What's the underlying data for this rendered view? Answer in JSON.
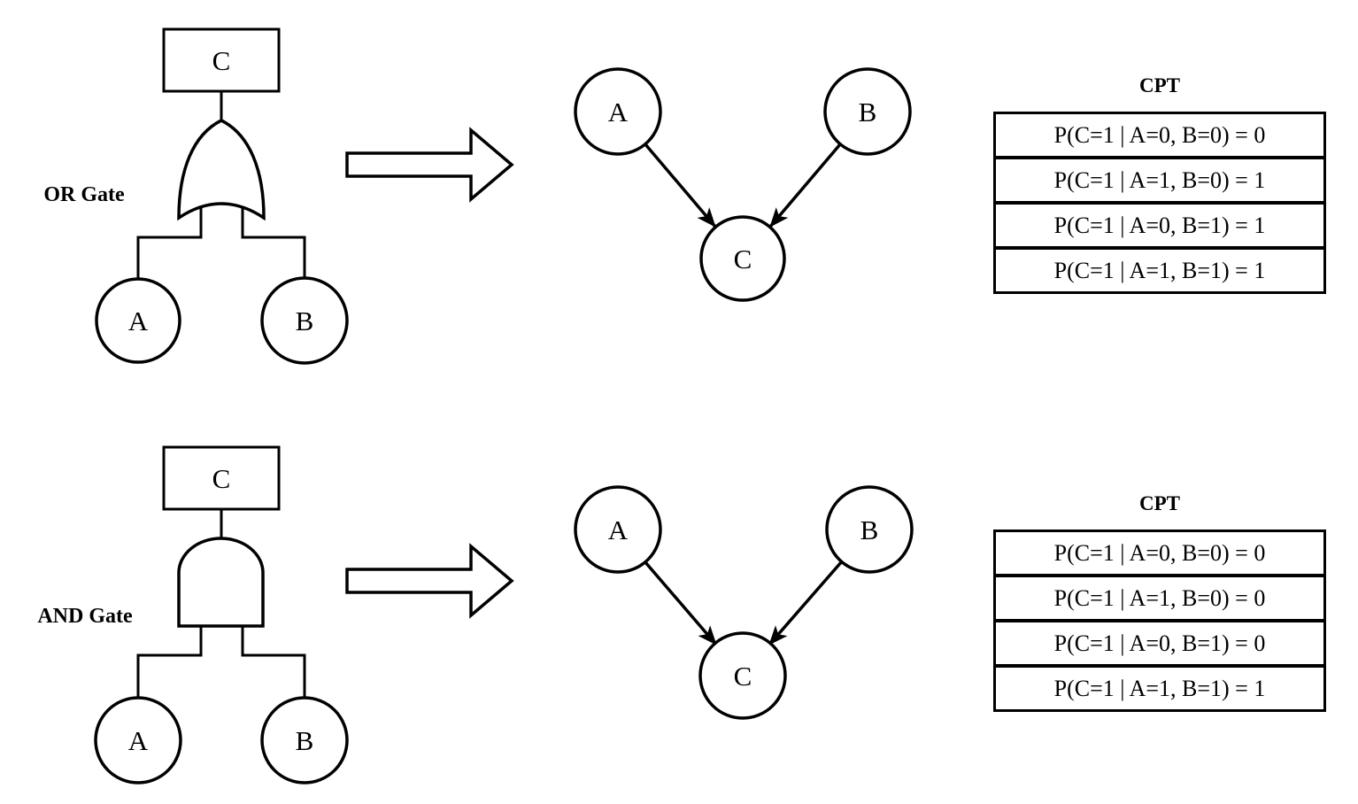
{
  "diagram": {
    "rows": [
      {
        "gate_label": "OR Gate",
        "fault_tree": {
          "top_node": "C",
          "input_a": "A",
          "input_b": "B"
        },
        "bayesian_network": {
          "node_a": "A",
          "node_b": "B",
          "node_c": "C"
        },
        "cpt": {
          "title": "CPT",
          "rows": [
            "P(C=1 | A=0, B=0) = 0",
            "P(C=1 | A=1, B=0) = 1",
            "P(C=1 | A=0, B=1) = 1",
            "P(C=1 | A=1, B=1) = 1"
          ]
        }
      },
      {
        "gate_label": "AND Gate",
        "fault_tree": {
          "top_node": "C",
          "input_a": "A",
          "input_b": "B"
        },
        "bayesian_network": {
          "node_a": "A",
          "node_b": "B",
          "node_c": "C"
        },
        "cpt": {
          "title": "CPT",
          "rows": [
            "P(C=1 | A=0, B=0) = 0",
            "P(C=1 | A=1, B=0) = 0",
            "P(C=1 | A=0, B=1) = 0",
            "P(C=1 | A=1, B=1) = 1"
          ]
        }
      }
    ],
    "colors": {
      "line": "#000000",
      "background": "#ffffff"
    }
  }
}
